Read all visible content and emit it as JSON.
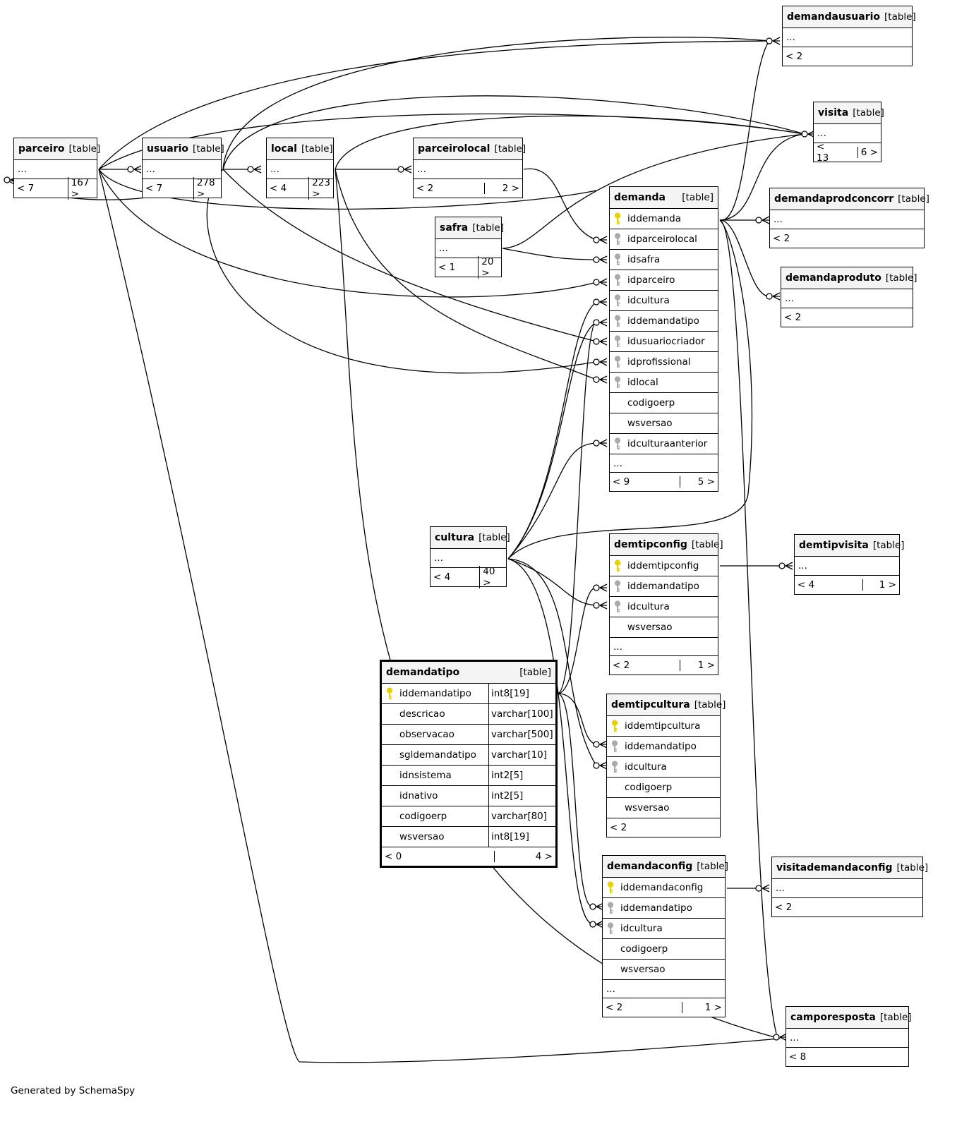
{
  "footer": "Generated by SchemaSpy",
  "table_type_label": "[table]",
  "colors": {
    "primary_key": "#e6d200",
    "foreign_key": "#aaaaaa",
    "line": "#000000"
  },
  "tables": [
    {
      "id": "parceiro",
      "name": "parceiro",
      "columns": [],
      "stats": [
        "< 7",
        "",
        "167 >"
      ]
    },
    {
      "id": "usuario",
      "name": "usuario",
      "columns": [],
      "stats": [
        "< 7",
        "",
        "278 >"
      ]
    },
    {
      "id": "local",
      "name": "local",
      "columns": [],
      "stats": [
        "< 4",
        "",
        "223 >"
      ]
    },
    {
      "id": "parceirolocal",
      "name": "parceirolocal",
      "columns": [],
      "stats": [
        "< 2",
        "",
        "2 >"
      ]
    },
    {
      "id": "safra",
      "name": "safra",
      "columns": [],
      "stats": [
        "< 1",
        "",
        "20 >"
      ]
    },
    {
      "id": "demandausuario",
      "name": "demandausuario",
      "columns": [],
      "stats": [
        "< 2",
        "",
        ""
      ]
    },
    {
      "id": "visita",
      "name": "visita",
      "columns": [],
      "stats": [
        "< 13",
        "",
        "6 >"
      ]
    },
    {
      "id": "demandaprodconcorr",
      "name": "demandaprodconcorr",
      "columns": [],
      "stats": [
        "< 2",
        "",
        ""
      ]
    },
    {
      "id": "demandaproduto",
      "name": "demandaproduto",
      "columns": [],
      "stats": [
        "< 2",
        "",
        ""
      ]
    },
    {
      "id": "demanda",
      "name": "demanda",
      "columns": [
        {
          "name": "iddemanda",
          "key": "pk"
        },
        {
          "name": "idparceirolocal",
          "key": "fk"
        },
        {
          "name": "idsafra",
          "key": "fk"
        },
        {
          "name": "idparceiro",
          "key": "fk"
        },
        {
          "name": "idcultura",
          "key": "fk"
        },
        {
          "name": "iddemandatipo",
          "key": "fk"
        },
        {
          "name": "idusuariocriador",
          "key": "fk"
        },
        {
          "name": "idprofissional",
          "key": "fk"
        },
        {
          "name": "idlocal",
          "key": "fk"
        },
        {
          "name": "codigoerp",
          "key": ""
        },
        {
          "name": "wsversao",
          "key": ""
        },
        {
          "name": "idculturaanterior",
          "key": "fk"
        }
      ],
      "more": true,
      "stats": [
        "< 9",
        "",
        "5 >"
      ]
    },
    {
      "id": "cultura",
      "name": "cultura",
      "columns": [],
      "stats": [
        "< 4",
        "",
        "40 >"
      ]
    },
    {
      "id": "demtipconfig",
      "name": "demtipconfig",
      "columns": [
        {
          "name": "iddemtipconfig",
          "key": "pk"
        },
        {
          "name": "iddemandatipo",
          "key": "fk"
        },
        {
          "name": "idcultura",
          "key": "fk"
        },
        {
          "name": "wsversao",
          "key": ""
        }
      ],
      "more": true,
      "stats": [
        "< 2",
        "",
        "1 >"
      ]
    },
    {
      "id": "demtipvisita",
      "name": "demtipvisita",
      "columns": [],
      "stats": [
        "< 4",
        "",
        "1 >"
      ]
    },
    {
      "id": "demandatipo",
      "name": "demandatipo",
      "focus": true,
      "columns": [
        {
          "name": "iddemandatipo",
          "key": "pk",
          "type": "int8[19]"
        },
        {
          "name": "descricao",
          "key": "",
          "type": "varchar[100]"
        },
        {
          "name": "observacao",
          "key": "",
          "type": "varchar[500]"
        },
        {
          "name": "sgldemandatipo",
          "key": "",
          "type": "varchar[10]"
        },
        {
          "name": "idnsistema",
          "key": "",
          "type": "int2[5]"
        },
        {
          "name": "idnativo",
          "key": "",
          "type": "int2[5]"
        },
        {
          "name": "codigoerp",
          "key": "",
          "type": "varchar[80]"
        },
        {
          "name": "wsversao",
          "key": "",
          "type": "int8[19]"
        }
      ],
      "more": false,
      "stats": [
        "< 0",
        "",
        "4 >"
      ]
    },
    {
      "id": "demtipcultura",
      "name": "demtipcultura",
      "columns": [
        {
          "name": "iddemtipcultura",
          "key": "pk"
        },
        {
          "name": "iddemandatipo",
          "key": "fk"
        },
        {
          "name": "idcultura",
          "key": "fk"
        },
        {
          "name": "codigoerp",
          "key": ""
        },
        {
          "name": "wsversao",
          "key": ""
        }
      ],
      "more": false,
      "stats": [
        "< 2",
        "",
        ""
      ]
    },
    {
      "id": "demandaconfig",
      "name": "demandaconfig",
      "columns": [
        {
          "name": "iddemandaconfig",
          "key": "pk"
        },
        {
          "name": "iddemandatipo",
          "key": "fk"
        },
        {
          "name": "idcultura",
          "key": "fk"
        },
        {
          "name": "codigoerp",
          "key": ""
        },
        {
          "name": "wsversao",
          "key": ""
        }
      ],
      "more": true,
      "stats": [
        "< 2",
        "",
        "1 >"
      ]
    },
    {
      "id": "visitademandaconfig",
      "name": "visitademandaconfig",
      "columns": [],
      "stats": [
        "< 2",
        "",
        ""
      ]
    },
    {
      "id": "camporesposta",
      "name": "camporesposta",
      "columns": [],
      "stats": [
        "< 8",
        "",
        ""
      ]
    }
  ]
}
